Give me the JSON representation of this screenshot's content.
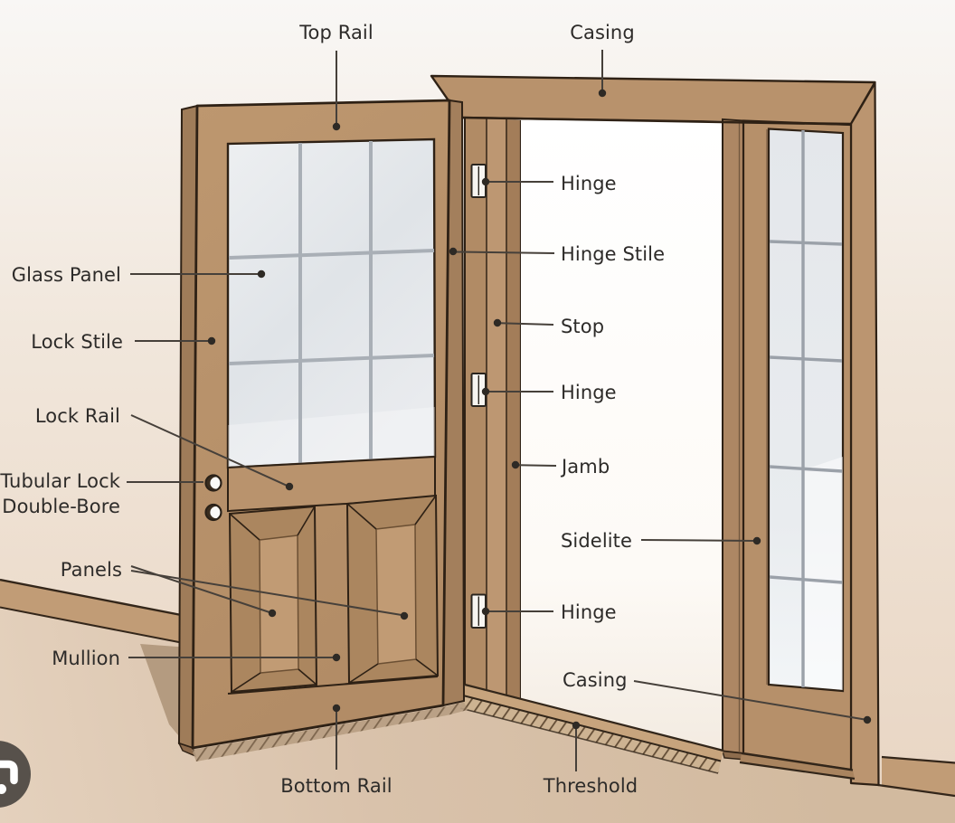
{
  "labels": {
    "top_rail": "Top Rail",
    "casing_top": "Casing",
    "hinge_top": "Hinge",
    "hinge_stile": "Hinge Stile",
    "stop": "Stop",
    "hinge_middle": "Hinge",
    "jamb": "Jamb",
    "sidelite": "Sidelite",
    "hinge_bottom": "Hinge",
    "casing_bottom": "Casing",
    "threshold": "Threshold",
    "glass_panel": "Glass Panel",
    "lock_stile": "Lock Stile",
    "lock_rail": "Lock Rail",
    "tubular_lock": "Tubular Lock\nDouble-Bore",
    "panels": "Panels",
    "mullion": "Mullion",
    "bottom_rail": "Bottom Rail"
  },
  "palette": {
    "wood": "#b7916b",
    "wood_shadow": "#a5815e",
    "wood_light": "#c19b74",
    "outline": "#2e2115",
    "glass": "#e2e5e9",
    "muntin": "#a9afb6",
    "wall": "#eddfd0",
    "floor": "#d9c3ac",
    "baseboard": "#c19c76",
    "label_text": "#2d2b29",
    "leader": "#46403a",
    "badge_bg": "#57514b"
  },
  "icons": {
    "corner_badge": "lens-icon"
  }
}
